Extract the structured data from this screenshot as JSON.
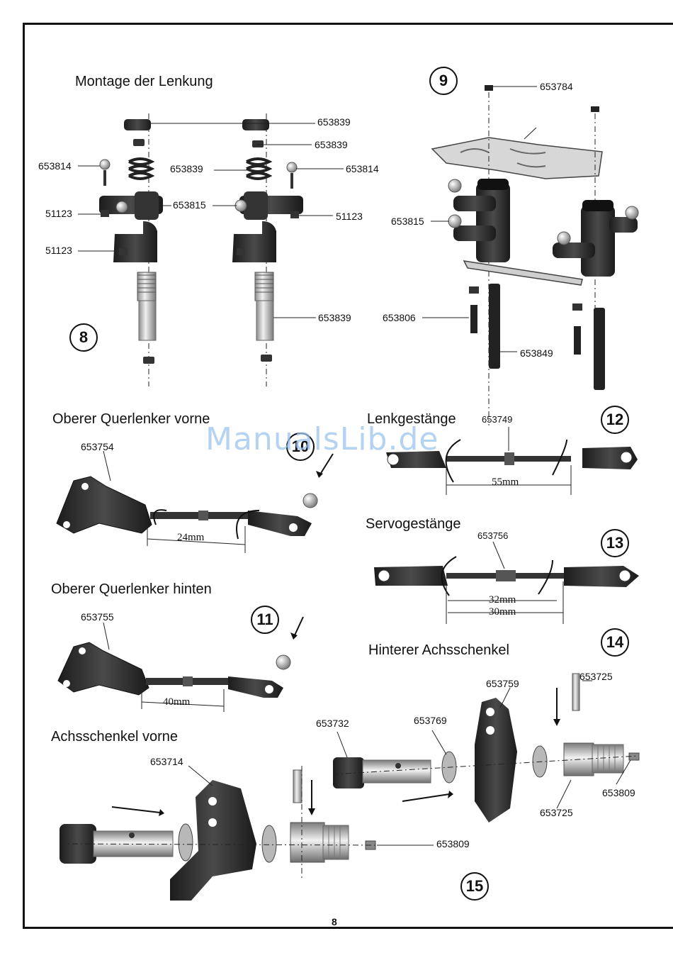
{
  "sections": {
    "steering": "Montage der Lenkung",
    "upper_front": "Oberer Querlenker vorne",
    "upper_rear": "Oberer Querlenker hinten",
    "steering_link": "Lenkgestänge",
    "servo_link": "Servogestänge",
    "rear_knuckle": "Hinterer Achsschenkel",
    "front_knuckle": "Achsschenkel vorne"
  },
  "steps": [
    "8",
    "9",
    "10",
    "11",
    "12",
    "13",
    "14",
    "15"
  ],
  "parts": {
    "p653839a": "653839",
    "p653839b": "653839",
    "p653839c": "653839",
    "p653839d": "653839",
    "p653814a": "653814",
    "p653814b": "653814",
    "p653815a": "653815",
    "p653815b": "653815",
    "p51123a": "51123",
    "p51123b": "51123",
    "p51123c": "51123",
    "p653784": "653784",
    "p653806": "653806",
    "p653849": "653849",
    "p653749": "653749",
    "p653754": "653754",
    "p653756": "653756",
    "p653755": "653755",
    "p653759": "653759",
    "p653725a": "653725",
    "p653725b": "653725",
    "p653732": "653732",
    "p653769": "653769",
    "p653809a": "653809",
    "p653809b": "653809",
    "p653714": "653714"
  },
  "dimensions": {
    "d24": "24mm",
    "d55": "55mm",
    "d32": "32mm",
    "d30": "30mm",
    "d40": "40mm"
  },
  "watermark": "ManualsLib.de",
  "page_number": "8",
  "colors": {
    "part_dark": "#2a2a2a",
    "part_metal": "#c9c9c9",
    "watermark": "#9cc3ee"
  }
}
